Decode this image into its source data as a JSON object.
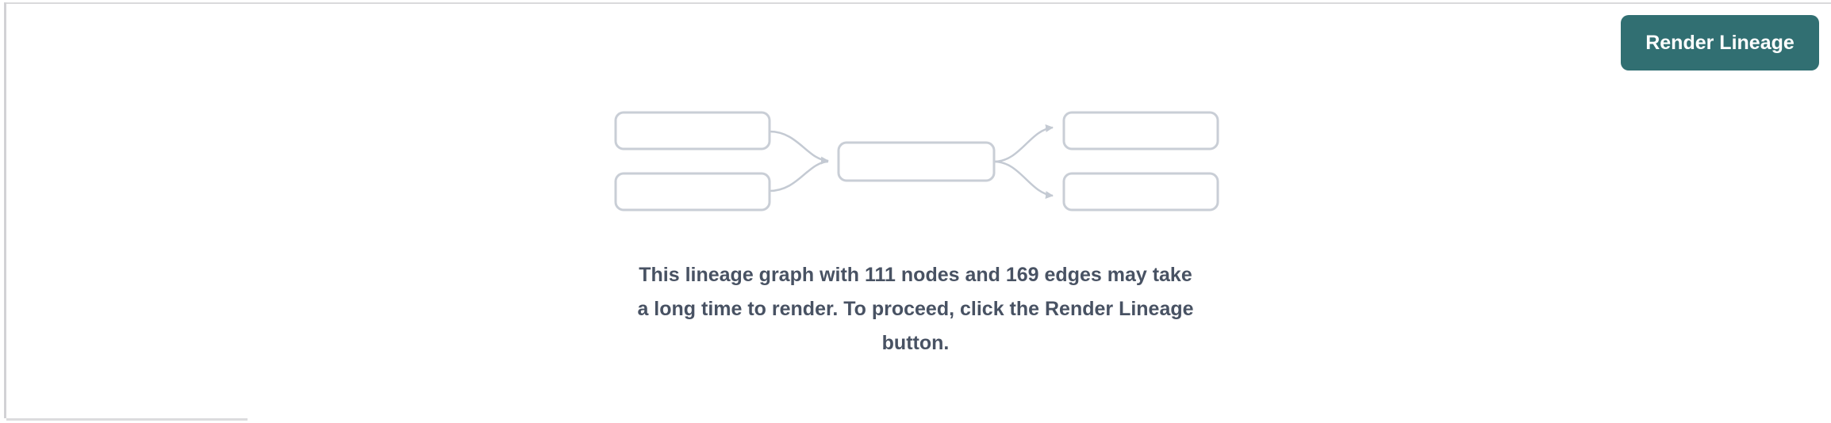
{
  "panel": {
    "background_color": "#ffffff",
    "divider_color": "#d6d6d8"
  },
  "header": {
    "render_lineage_button": {
      "label": "Render Lineage",
      "background_color": "#316f72",
      "text_color": "#ffffff"
    }
  },
  "placeholder": {
    "illustration": {
      "description": "five empty rounded boxes connected by curved arrows (2 sources, 1 middle node, 2 targets)",
      "stroke_color": "#c9ced6"
    },
    "message": {
      "lines": [
        "This lineage graph with 111 nodes and 169 edges may take",
        "a long time to render. To proceed, click the Render Lineage",
        "button."
      ],
      "full_text": "This lineage graph with 111 nodes and 169 edges may take a long time to render. To proceed, click the Render Lineage button.",
      "node_count": "111",
      "edge_count": "169",
      "text_color": "#485263"
    }
  }
}
